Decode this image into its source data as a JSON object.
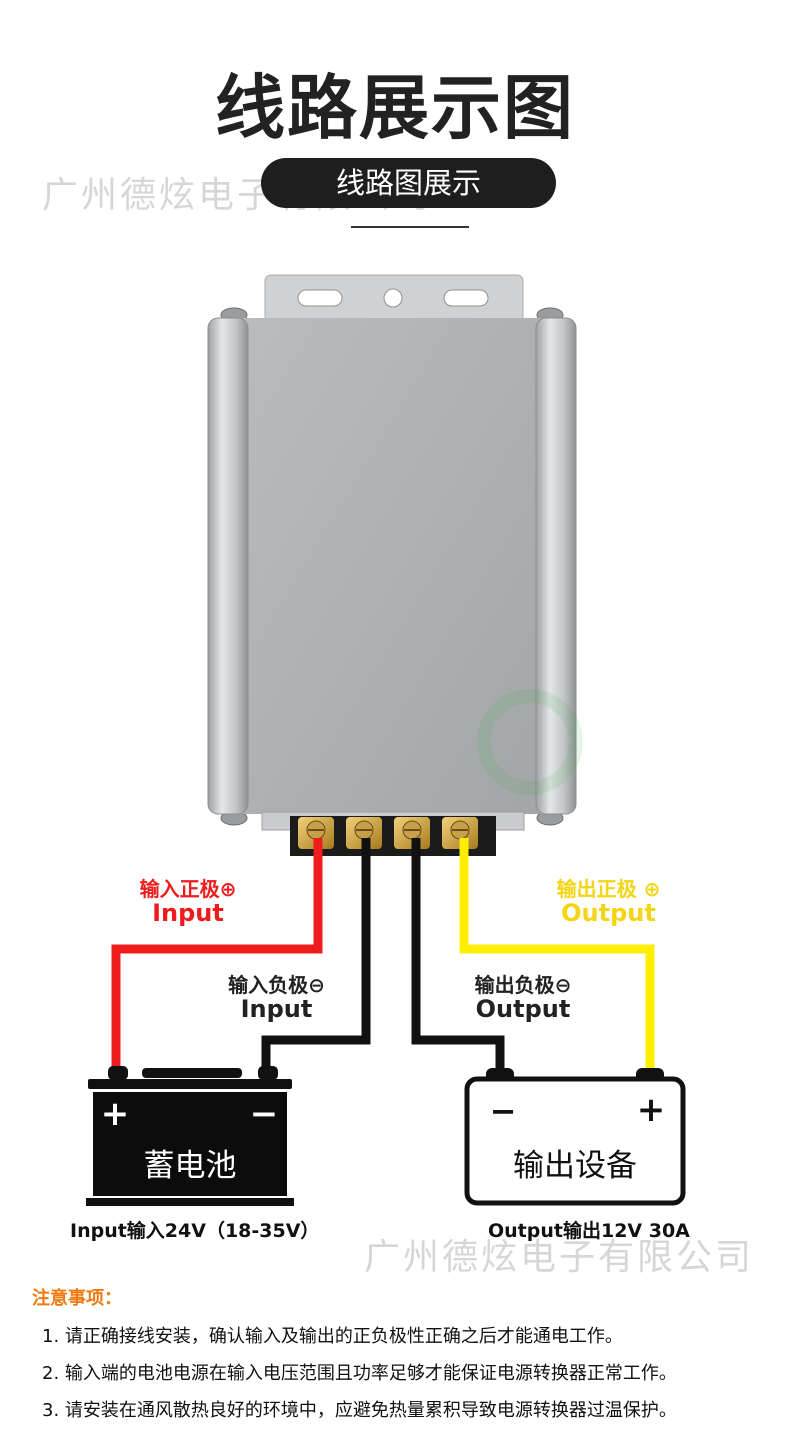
{
  "title": "线路展示图",
  "subtitle": "线路图展示",
  "watermark": "广州德炫电子有限公司",
  "terminals": {
    "input_positive": {
      "cn": "输入正极⊕",
      "en": "Input"
    },
    "input_negative": {
      "cn": "输入负极⊖",
      "en": "Input"
    },
    "output_negative": {
      "cn": "输出负极⊖",
      "en": "Output"
    },
    "output_positive": {
      "cn": "输出正极 ⊕",
      "en": "Output"
    }
  },
  "battery": {
    "label": "蓄电池",
    "plus": "+",
    "minus": "−",
    "caption": "Input输入24V（18-35V）"
  },
  "device": {
    "label": "输出设备",
    "plus": "+",
    "minus": "−",
    "caption": "Output输出12V 30A"
  },
  "notes": {
    "title": "注意事项：",
    "items": [
      "1. 请正确接线安装，确认输入及输出的正负极性正确之后才能通电工作。",
      "2. 输入端的电池电源在输入电压范围且功率足够才能保证电源转换器正常工作。",
      "3. 请安装在通风散热良好的环境中，应避免热量累积导致电源转换器过温保护。"
    ]
  },
  "colors": {
    "positive_wire": "#ee1c1c",
    "negative_wire": "#111111",
    "output_positive_wire": "#ffee00",
    "notes_title": "#f07a10"
  }
}
